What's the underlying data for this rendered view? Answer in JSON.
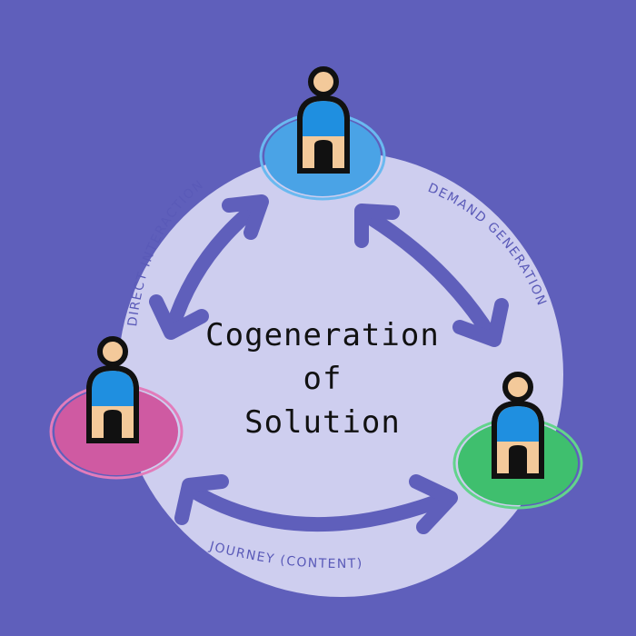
{
  "colors": {
    "background": "#5f5fbb",
    "circle": "#ceceef",
    "arrow": "#5f5fbb",
    "node_top": "#4aa3e6",
    "node_left": "#cf5aa2",
    "node_right": "#3fbf6e",
    "person_body": "#1f8fe0",
    "person_legs": "#f3c99a",
    "outline": "#111111"
  },
  "center": {
    "line1": "Cogeneration",
    "line2": "of",
    "line3": "Solution"
  },
  "labels": {
    "direct": "DIRECT INTERACTION",
    "demand": "DEMAND GENERATION",
    "journey": "JOURNEY (CONTENT)"
  },
  "nodes": [
    {
      "icon": "person-icon",
      "color": "node_top"
    },
    {
      "icon": "person-icon",
      "color": "node_left"
    },
    {
      "icon": "person-icon",
      "color": "node_right"
    }
  ]
}
